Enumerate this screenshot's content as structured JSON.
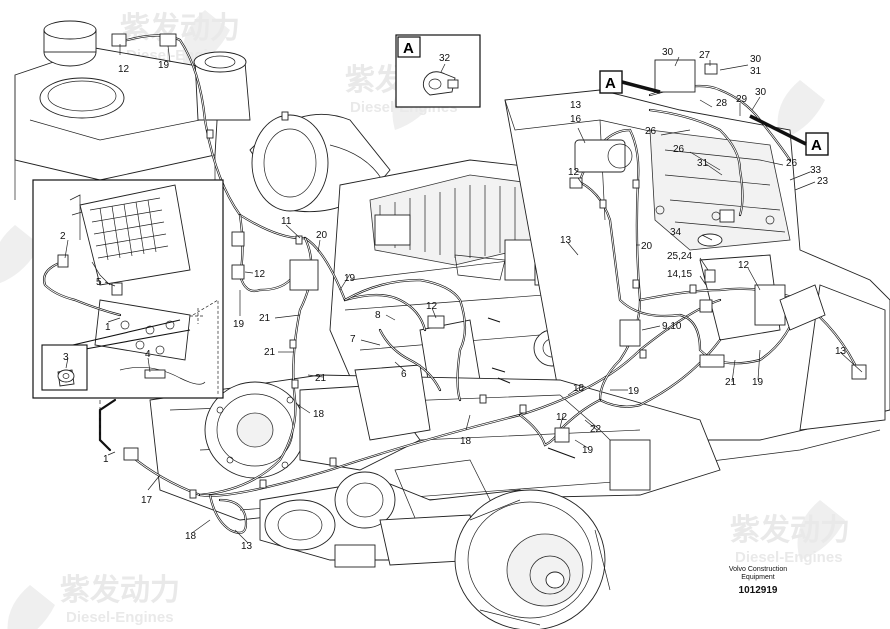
{
  "diagram": {
    "callouts": [
      {
        "text": "12"
      },
      {
        "text": "19"
      },
      {
        "text": "32"
      },
      {
        "text": "30"
      },
      {
        "text": "27"
      },
      {
        "text": "30"
      },
      {
        "text": "31"
      },
      {
        "text": "28"
      },
      {
        "text": "29"
      },
      {
        "text": "30"
      },
      {
        "text": "13"
      },
      {
        "text": "16"
      },
      {
        "text": "26"
      },
      {
        "text": "26"
      },
      {
        "text": "31"
      },
      {
        "text": "26"
      },
      {
        "text": "33"
      },
      {
        "text": "23"
      },
      {
        "text": "12"
      },
      {
        "text": "34"
      },
      {
        "text": "25,24"
      },
      {
        "text": "14,15"
      },
      {
        "text": "12"
      },
      {
        "text": "11"
      },
      {
        "text": "20"
      },
      {
        "text": "12"
      },
      {
        "text": "19"
      },
      {
        "text": "19"
      },
      {
        "text": "20"
      },
      {
        "text": "13"
      },
      {
        "text": "12"
      },
      {
        "text": "8"
      },
      {
        "text": "7"
      },
      {
        "text": "21"
      },
      {
        "text": "21"
      },
      {
        "text": "21"
      },
      {
        "text": "6"
      },
      {
        "text": "18"
      },
      {
        "text": "9,10"
      },
      {
        "text": "13"
      },
      {
        "text": "21"
      },
      {
        "text": "19"
      },
      {
        "text": "19"
      },
      {
        "text": "18"
      },
      {
        "text": "12"
      },
      {
        "text": "22"
      },
      {
        "text": "19"
      },
      {
        "text": "18"
      },
      {
        "text": "17"
      },
      {
        "text": "18"
      },
      {
        "text": "13"
      },
      {
        "text": "1"
      },
      {
        "text": "2"
      },
      {
        "text": "5"
      },
      {
        "text": "1"
      },
      {
        "text": "3"
      },
      {
        "text": "4"
      }
    ],
    "view_markers": [
      {
        "letter": "A"
      },
      {
        "letter": "A"
      }
    ],
    "inset_a": {
      "letter": "A",
      "part": "32"
    },
    "credit_line1": "Volvo Construction",
    "credit_line2": "Equipment",
    "doc_number": "1012919"
  },
  "watermark": {
    "brand_cn": "紫发动力",
    "brand_en": "Diesel-Engines"
  }
}
